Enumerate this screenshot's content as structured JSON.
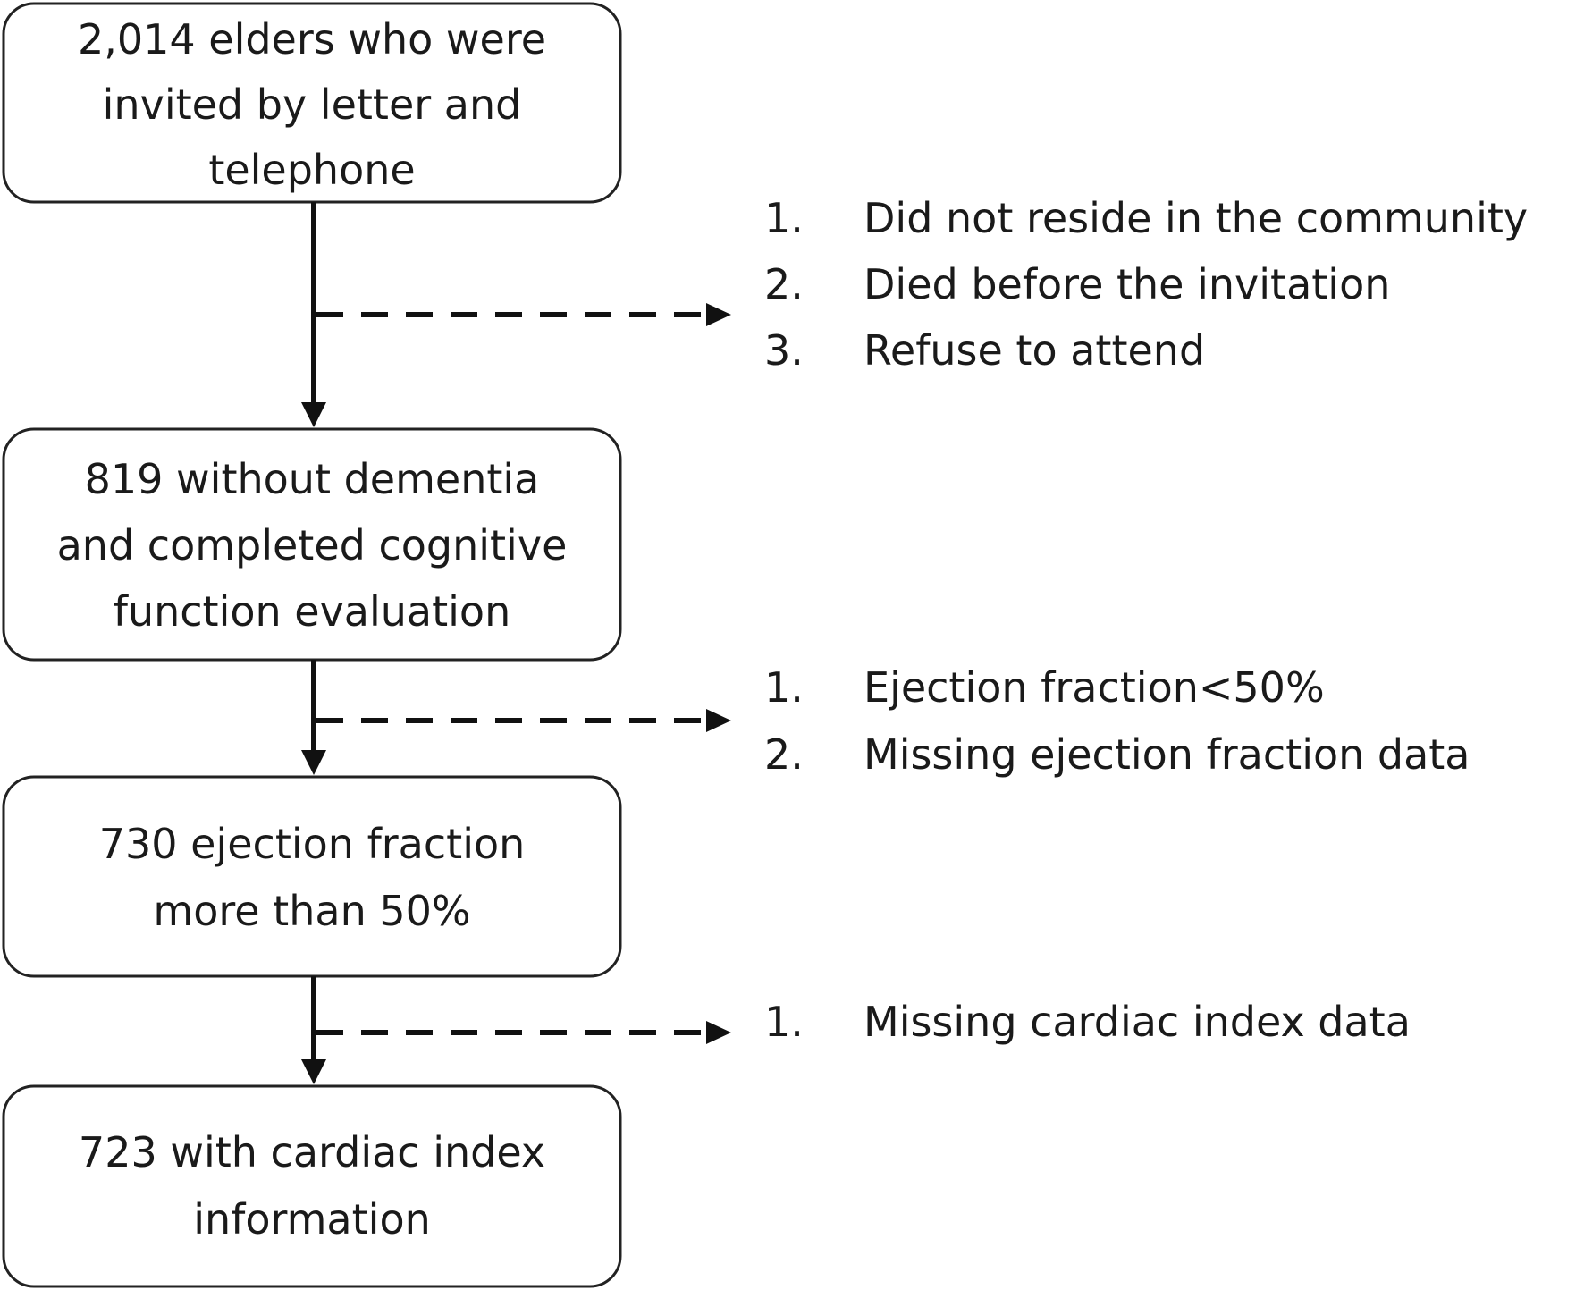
{
  "boxes": [
    {
      "id": "invited",
      "lines": [
        "2,014 elders who were",
        "invited by letter and",
        "telephone"
      ]
    },
    {
      "id": "without-dementia",
      "lines": [
        "819 without dementia",
        "and completed cognitive",
        "function evaluation"
      ]
    },
    {
      "id": "ejection-fraction",
      "lines": [
        "730 ejection fraction",
        "more than 50%"
      ]
    },
    {
      "id": "cardiac-index",
      "lines": [
        "723 with cardiac index",
        "information"
      ]
    }
  ],
  "exclusions": [
    {
      "items": [
        {
          "num": "1.",
          "text": "Did not reside in the community"
        },
        {
          "num": "2.",
          "text": "Died before the invitation"
        },
        {
          "num": "3.",
          "text": "Refuse to attend"
        }
      ]
    },
    {
      "items": [
        {
          "num": "1.",
          "text": "Ejection fraction<50%"
        },
        {
          "num": "2.",
          "text": "Missing ejection fraction data"
        }
      ]
    },
    {
      "items": [
        {
          "num": "1.",
          "text": "Missing cardiac index data"
        }
      ]
    }
  ]
}
